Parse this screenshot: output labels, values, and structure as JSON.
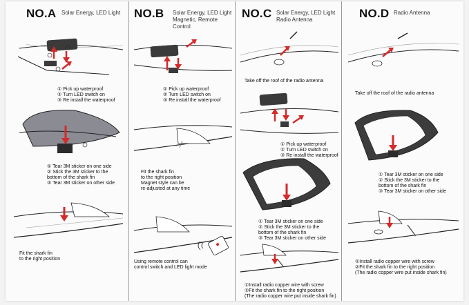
{
  "panels": [
    {
      "id": "A",
      "title": "NO.A",
      "desc": [
        "Solar Energy, LED Light"
      ],
      "steps": [
        [
          "① Pick up waterproof",
          "② Turn LED switch on",
          "③ Re install the waterproof"
        ],
        [
          "① Tear 3M sticker on one side",
          "② Stick the 3M sticker to the",
          "    bottom of the shark fin",
          "③ Tear 3M sticker on other side"
        ],
        [
          "Fit the shark fin",
          "to the right position"
        ]
      ]
    },
    {
      "id": "B",
      "title": "NO.B",
      "desc": [
        "Solar Energy, LED Light",
        "Magnetic, Remote Control"
      ],
      "steps": [
        [
          "① Pick up waterproof",
          "② Turn LED switch on",
          "③ Re install the waterproof"
        ],
        [
          "Fit the shark fin",
          "to the right position",
          "Magnet style can be",
          "re-adjusted at any time"
        ],
        [
          "Using remote control can",
          "control switch and LED light mode"
        ]
      ]
    },
    {
      "id": "C",
      "title": "NO.C",
      "desc": [
        "Solar Energy, LED Light",
        "Radio Antenna"
      ],
      "steps": [
        [
          "Take off the roof of the radio antenna"
        ],
        [
          "① Pick up waterproof",
          "② Turn LED switch on",
          "③ Re install the waterproof"
        ],
        [
          "① Tear 3M sticker on one side",
          "② Stick the 3M sticker to the",
          "    bottom of the shark fin",
          "③ Tear 3M sticker on other side"
        ],
        [
          "①Install radio copper wire with screw",
          "②Fit the shark fin to the right position",
          "(The radio copper wire put inside shark fin)"
        ]
      ]
    },
    {
      "id": "D",
      "title": "NO.D",
      "desc": [
        "Radio Antenna"
      ],
      "steps": [
        [
          "Take off the roof of the radio antenna"
        ],
        [
          "① Tear 3M sticker on one side",
          "② Stick the 3M sticker to the",
          "    bottom of the shark fin",
          "③ Tear 3M sticker on other side"
        ],
        [
          "①Install radio copper wire with screw",
          "②Fit the shark fin to the right position",
          "(The radio copper wire put inside shark fin)"
        ]
      ]
    }
  ],
  "colors": {
    "arrow": "#d42a2a",
    "sticker": "#3a3a3a",
    "line": "#222222",
    "panel_bg": "#fbfbfb"
  }
}
